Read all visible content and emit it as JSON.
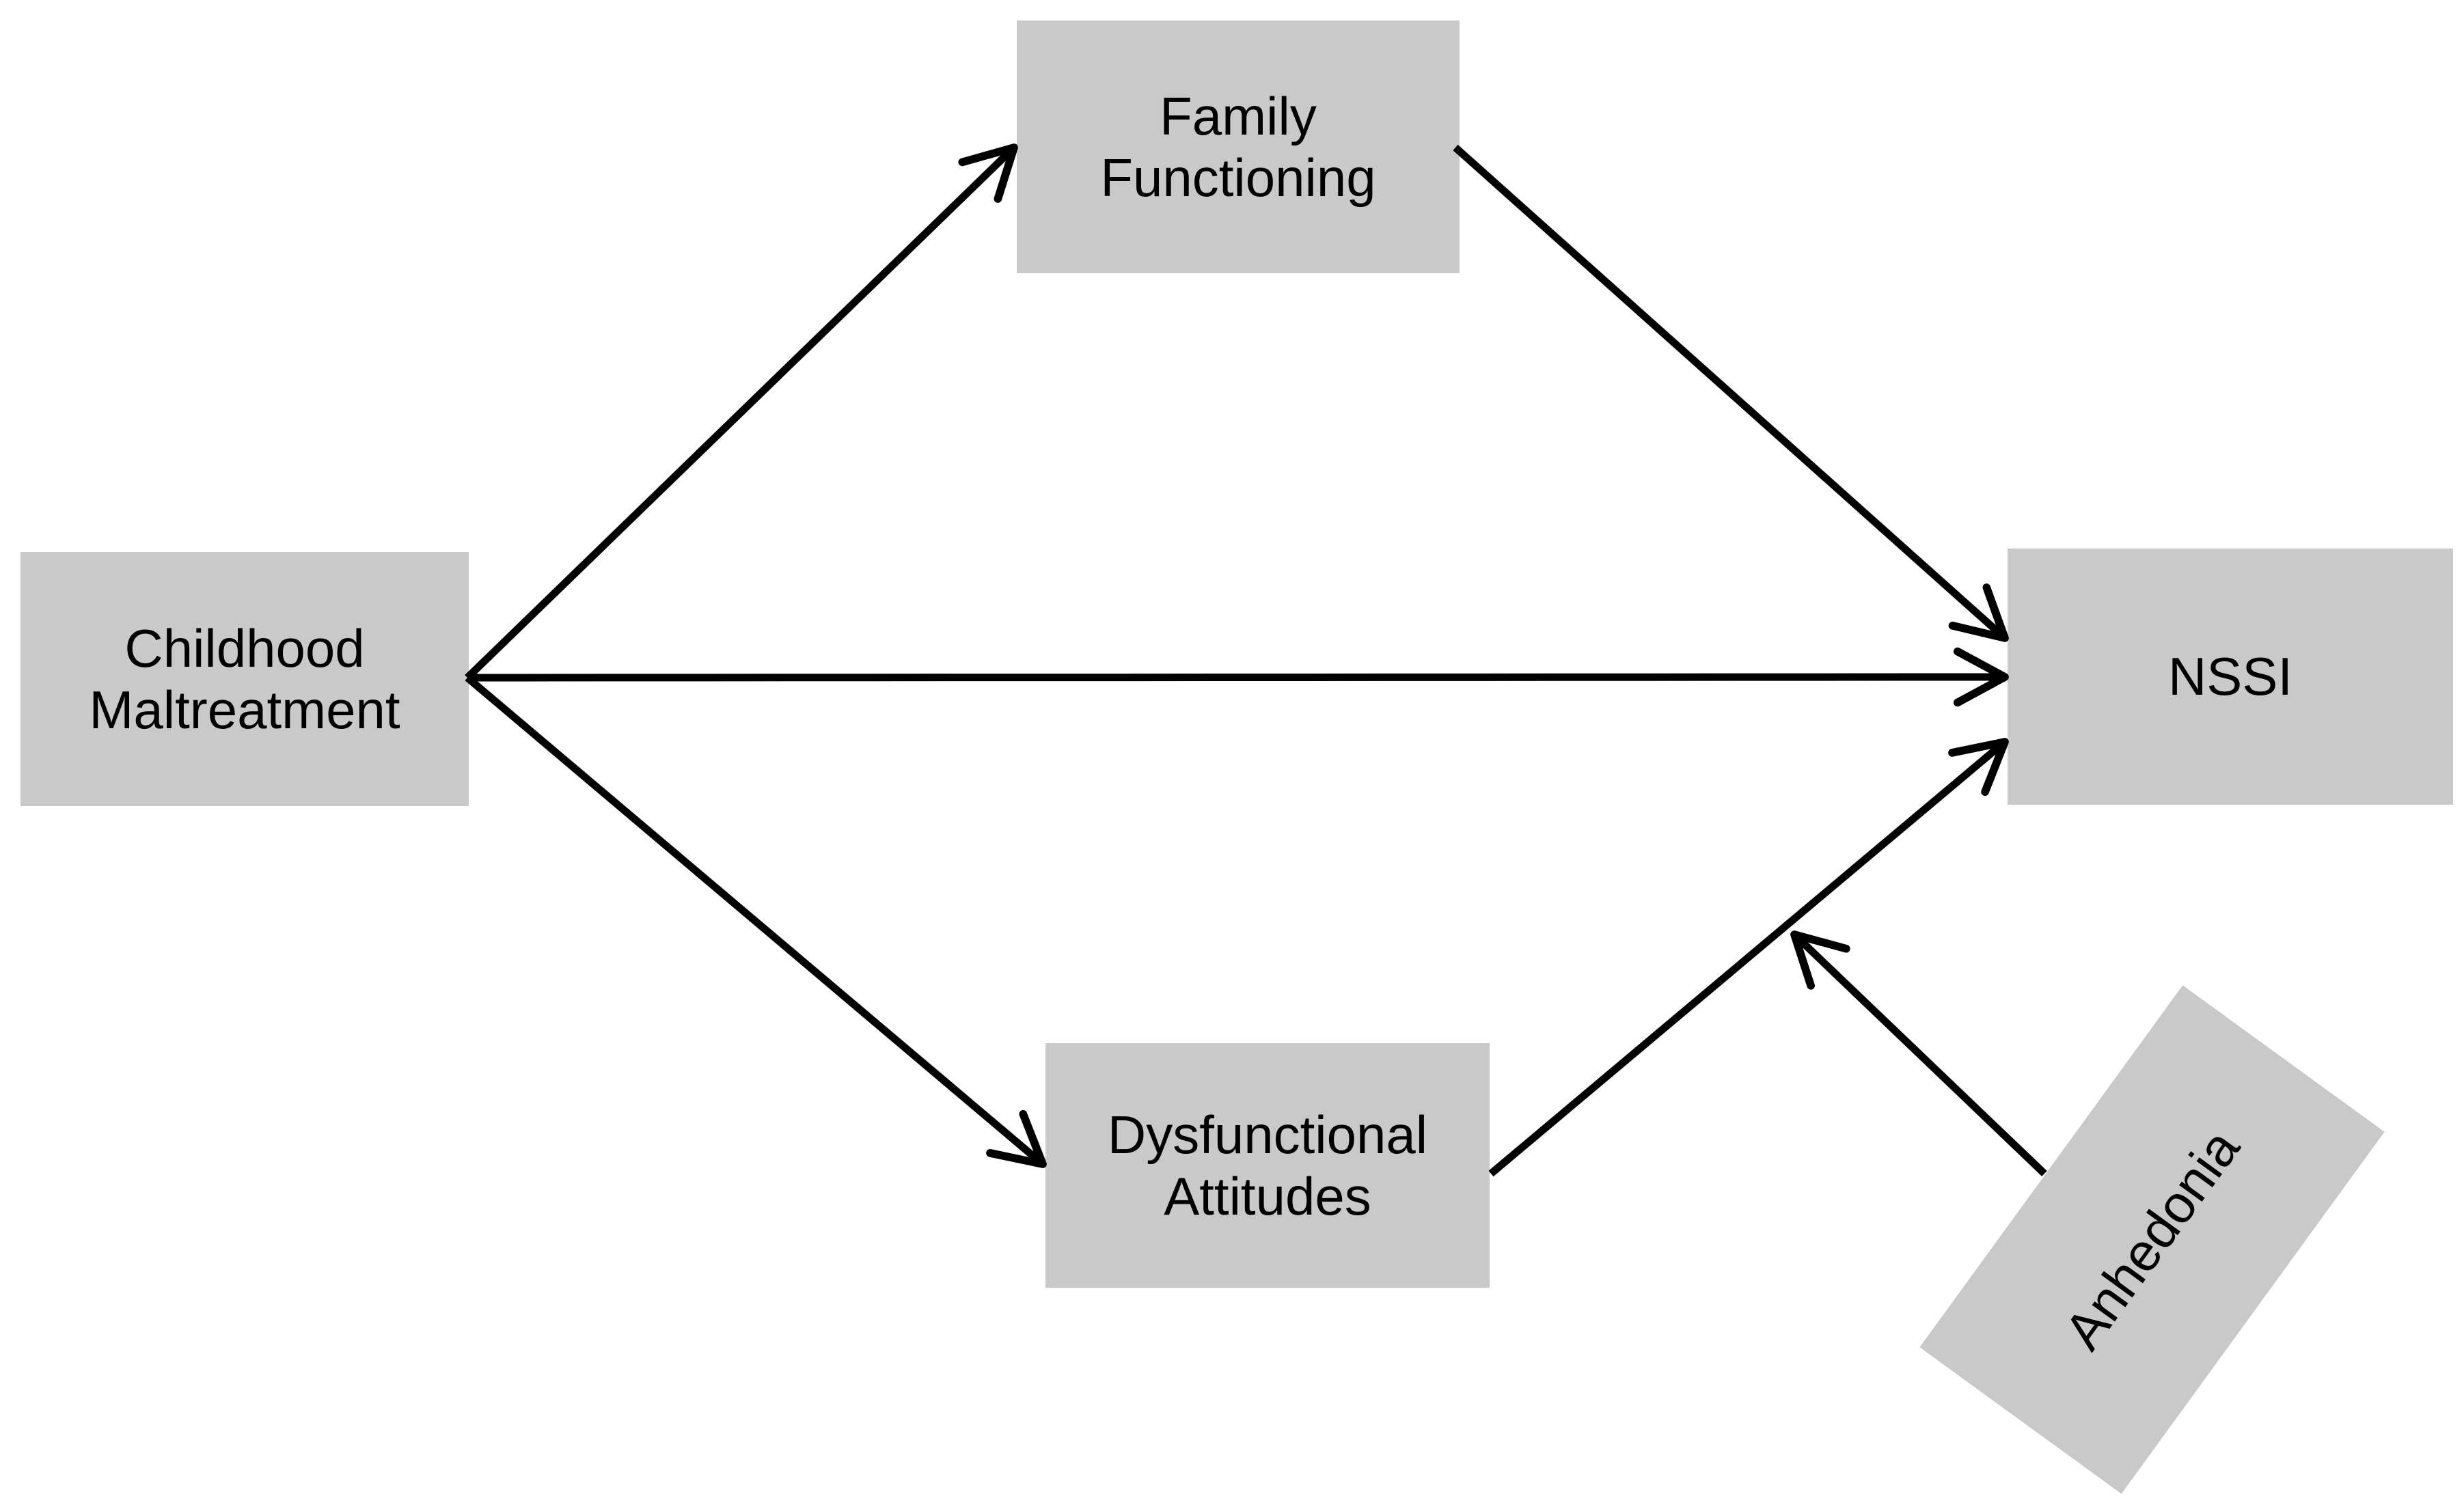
{
  "diagram": {
    "type": "path-model",
    "nodes": {
      "childhood_maltreatment": {
        "lines": [
          "Childhood",
          "Maltreatment"
        ]
      },
      "family_functioning": {
        "lines": [
          "Family",
          "Functioning"
        ]
      },
      "nssi": {
        "lines": [
          "NSSI"
        ]
      },
      "dysfunctional_attitudes": {
        "lines": [
          "Dysfunctional",
          "Attitudes"
        ]
      },
      "anhedonia": {
        "lines": [
          "Anhedonia"
        ]
      }
    },
    "edges": [
      {
        "from": "Childhood Maltreatment",
        "to": "Family Functioning",
        "type": "direct"
      },
      {
        "from": "Childhood Maltreatment",
        "to": "NSSI",
        "type": "direct"
      },
      {
        "from": "Childhood Maltreatment",
        "to": "Dysfunctional Attitudes",
        "type": "direct"
      },
      {
        "from": "Family Functioning",
        "to": "NSSI",
        "type": "direct"
      },
      {
        "from": "Dysfunctional Attitudes",
        "to": "NSSI",
        "type": "direct"
      },
      {
        "from": "Anhedonia",
        "to": "Dysfunctional Attitudes → NSSI path",
        "type": "moderation"
      }
    ],
    "colors": {
      "node_fill": "#c9c9c9",
      "arrow": "#000000",
      "text": "#000000",
      "background": "#ffffff"
    }
  }
}
